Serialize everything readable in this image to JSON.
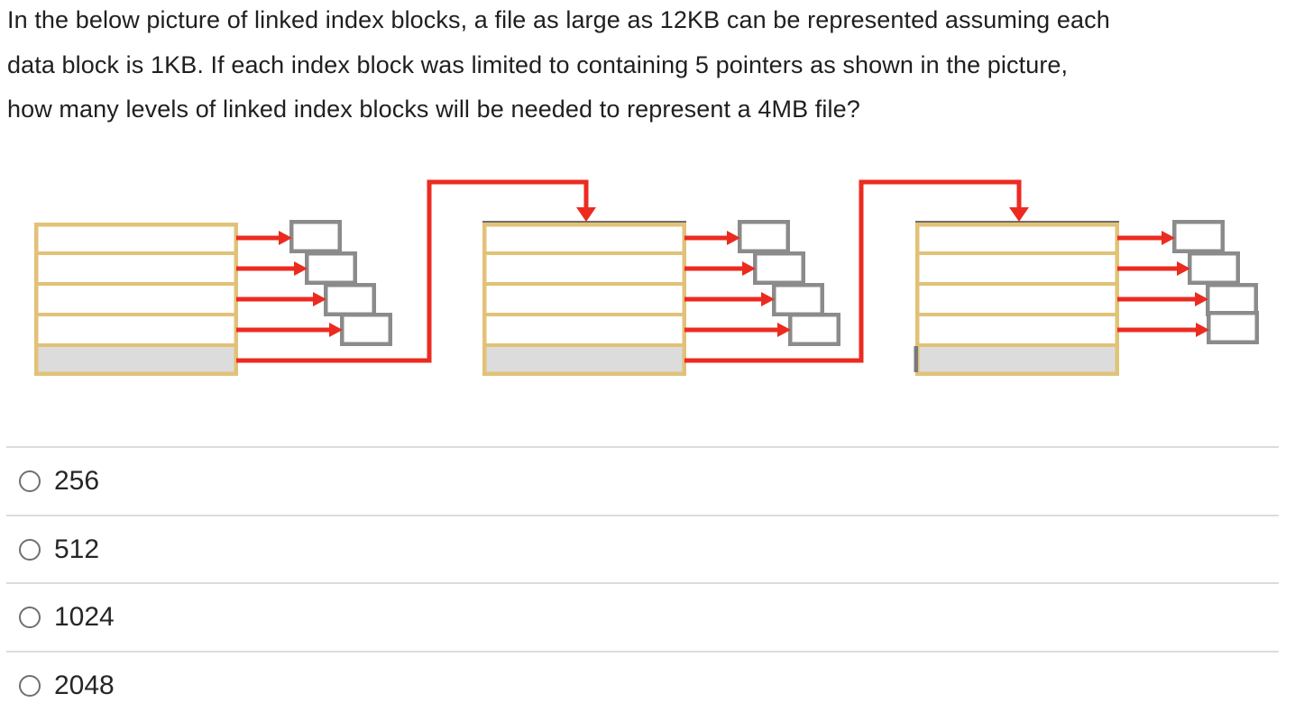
{
  "question": {
    "full_text": "In the below picture of linked index blocks, a file as large as 12KB can be represented assuming each data block is 1KB. If each index block was limited to containing 5 pointers as shown in the picture, how many levels of linked index blocks will be needed to represent a 4MB file?",
    "lines": [
      "In the below picture of linked index blocks, a file as large as 12KB can be represented assuming each",
      "data block is 1KB. If each index block was limited to containing 5 pointers as shown in the picture,",
      "how many levels of linked index blocks will be needed to represent a 4MB file?"
    ]
  },
  "diagram": {
    "description": "Three linked index blocks; each index block has 4 pointer rows with red arrows to cascading data blocks, plus a gray link row whose red connector points to the top of the next index block",
    "index_block_count": 3,
    "pointer_rows_per_block": 4,
    "link_rows_per_block": 1,
    "data_blocks_per_index_block": 4,
    "colors": {
      "index_block_border": "#E1C277",
      "index_block_fill": "#FFFFFF",
      "link_row_fill": "#DCDCDC",
      "data_block_border": "#8B8B8B",
      "data_block_fill": "#FFFFFF",
      "arrow": "#EC2B20",
      "block_top_shadow": "#6E6E6E",
      "artifact_tick": "#7A7A7A"
    }
  },
  "options": [
    {
      "label": "256",
      "selected": false
    },
    {
      "label": "512",
      "selected": false
    },
    {
      "label": "1024",
      "selected": false
    },
    {
      "label": "2048",
      "selected": false
    }
  ],
  "ui": {
    "divider_color": "#DCDCDC",
    "radio_border_color": "#6F6F6F"
  }
}
